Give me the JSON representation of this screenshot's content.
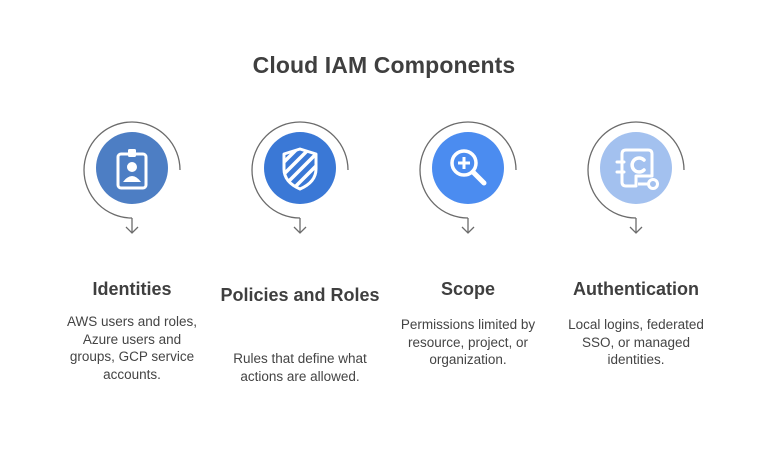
{
  "title": "Cloud IAM Components",
  "colors": {
    "identities": "#4d7ec4",
    "policies": "#3a78d6",
    "scope": "#4b8cf0",
    "authentication": "#a3c1ef",
    "ring": "#6b6b6b",
    "text": "#3f3f3f"
  },
  "components": [
    {
      "title": "Identities",
      "description": "AWS users and roles, Azure users and groups, GCP service accounts.",
      "icon": "id-badge-icon"
    },
    {
      "title": "Policies and Roles",
      "description": "Rules that define what actions are allowed.",
      "icon": "shield-icon"
    },
    {
      "title": "Scope",
      "description": "Permissions limited by resource, project, or organization.",
      "icon": "magnifier-plus-icon"
    },
    {
      "title": "Authentication",
      "description": "Local logins, federated SSO, or managed identities.",
      "icon": "key-card-icon"
    }
  ]
}
